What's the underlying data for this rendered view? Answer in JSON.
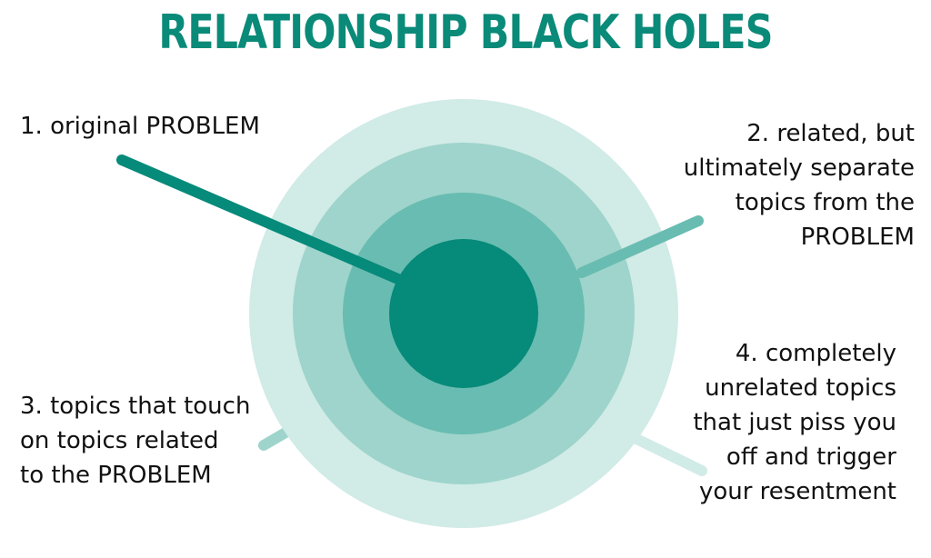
{
  "title": "RELATIONSHIP BLACK HOLES",
  "colors": {
    "title": "#0a8a78",
    "ring_outer": "#d1ebe7",
    "ring_2": "#9ed4cb",
    "ring_3": "#69bcb1",
    "core": "#068a7a",
    "text": "#111111"
  },
  "labels": {
    "problem": {
      "lines": [
        "1. original PROBLEM"
      ]
    },
    "related": {
      "lines": [
        "2. related, but",
        "ultimately separate",
        "topics from the",
        "PROBLEM"
      ]
    },
    "touching": {
      "lines": [
        "3. topics that touch",
        "on topics related",
        "to the PROBLEM"
      ]
    },
    "unrelated": {
      "lines": [
        "4. completely",
        "unrelated topics",
        "that just piss you",
        "off and trigger",
        "your resentment"
      ]
    }
  }
}
